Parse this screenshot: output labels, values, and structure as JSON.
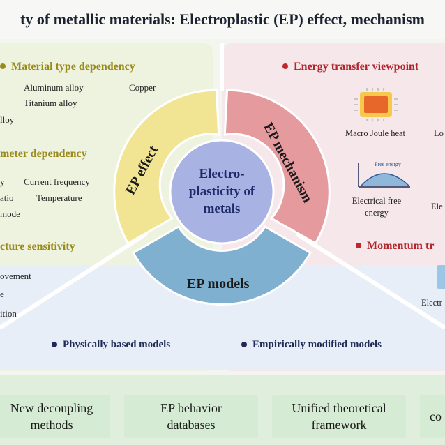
{
  "title": "ty of metallic materials: Electroplastic (EP) effect, mechanism",
  "center": {
    "line1": "Electro-",
    "line2": "plasticity of",
    "line3": "metals"
  },
  "segments": {
    "effect": "EP effect",
    "mechanism": "EP mechanism",
    "models": "EP models"
  },
  "left": {
    "material_title": "Material type dependency",
    "material_items": [
      "Aluminum alloy",
      "Copper",
      "Titanium alloy",
      "lloy"
    ],
    "parameter_title": "meter dependency",
    "parameter_items": [
      "y",
      "Current frequency",
      "atio",
      "Temperature",
      "mode"
    ],
    "structure_title": "cture sensitivity",
    "structure_items": [
      "ovement",
      "e",
      "ition"
    ]
  },
  "right": {
    "energy_title": "Energy transfer viewpoint",
    "macro_joule": "Macro Joule heat",
    "lo_partial": "Lo",
    "free_energy_small": "Free energy",
    "electrical_free_energy_l1": "Electrical free",
    "electrical_free_energy_l2": "energy",
    "ele_partial": "Ele",
    "momentum_title": "Momentum tr",
    "electr_partial": "Electr"
  },
  "bottom_models": {
    "physical": "Physically based models",
    "empirical": "Empirically modified models"
  },
  "future_boxes": [
    {
      "l1": "New decoupling",
      "l2": "methods"
    },
    {
      "l1": "EP behavior",
      "l2": "databases"
    },
    {
      "l1": "Unified theoretical",
      "l2": "framework"
    },
    {
      "l1": "co",
      "l2": ""
    }
  ],
  "colors": {
    "effect": "#f1e493",
    "mechanism": "#e59a9d",
    "models": "#7fb0cf",
    "center": "#a8b3e3",
    "accent_olive": "#9a8a1a",
    "accent_red": "#c0262b",
    "accent_navy": "#1f2a55"
  }
}
